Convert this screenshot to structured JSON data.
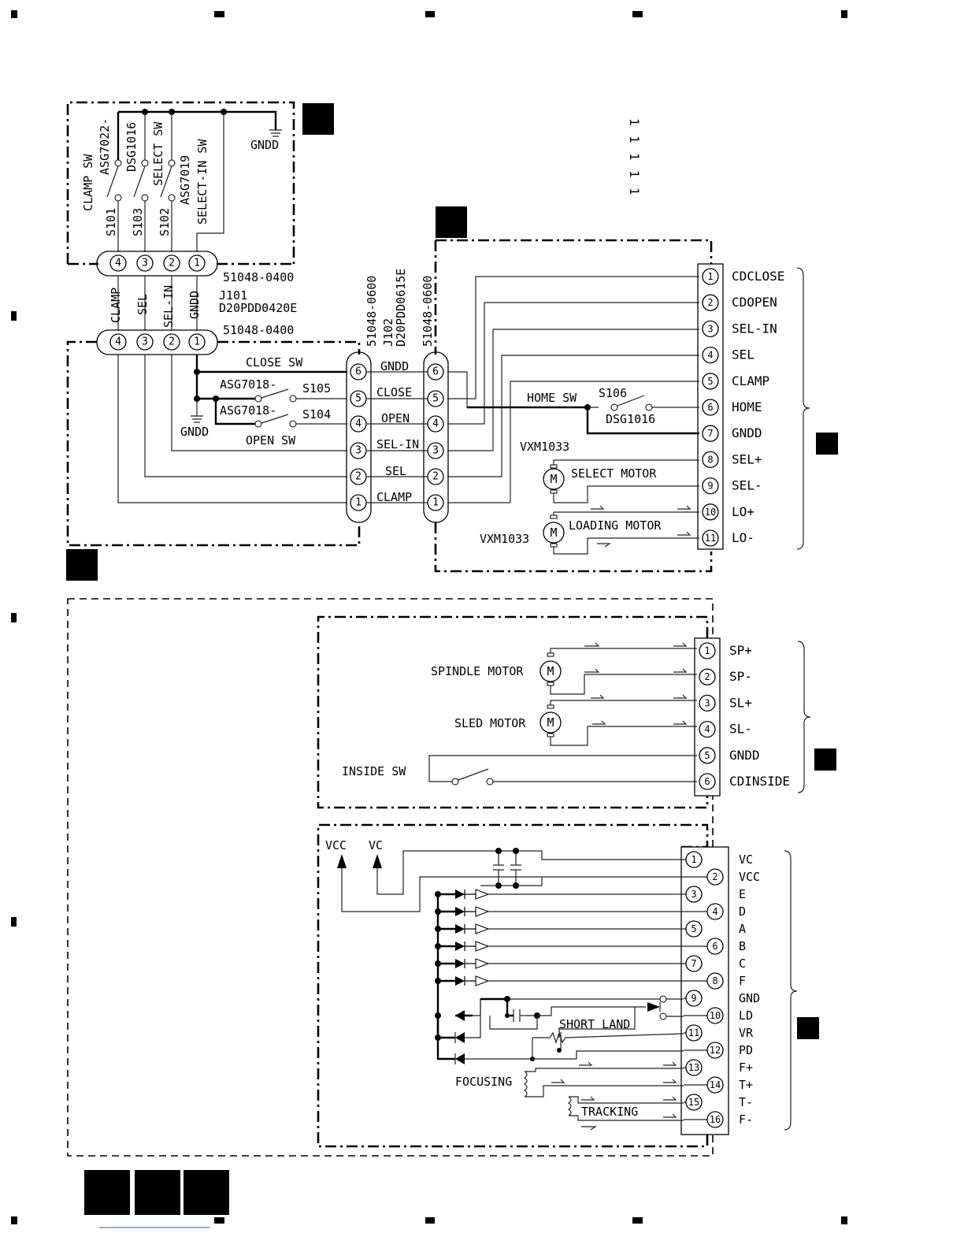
{
  "switch_panel": {
    "ground": "GNDD",
    "vertical_labels": [
      "CLAMP SW",
      "ASG7022-",
      "DSG1016",
      "SELECT SW",
      "ASG7019",
      "SELECT-IN SW",
      "S101",
      "S103",
      "S102"
    ],
    "connector_pins": [
      "4",
      "3",
      "2",
      "1"
    ],
    "connector_part": "51048-0400"
  },
  "j101": {
    "id": "J101",
    "part": "D20PDD0420E",
    "wire_labels": [
      "CLAMP",
      "SEL",
      "SEL-IN",
      "GNDD"
    ],
    "lower_part": "51048-0400"
  },
  "j102": {
    "parts": [
      "51048-0600",
      "J102",
      "D20PDD0615E",
      "51048-0600"
    ],
    "signals": [
      "GNDD",
      "CLOSE",
      "OPEN",
      "SEL-IN",
      "SEL",
      "CLAMP"
    ],
    "pins": [
      "6",
      "5",
      "4",
      "3",
      "2",
      "1"
    ]
  },
  "open_close_switches": {
    "close_sw": "CLOSE SW",
    "open_sw": "OPEN SW",
    "part_a": "ASG7018-",
    "part_b": "ASG7018-",
    "s105": "S105",
    "s104": "S104",
    "ground": "GNDD"
  },
  "loading_block": {
    "home_sw": "HOME SW",
    "s106": "S106",
    "home_part": "DSG1016",
    "select_motor_part": "VXM1033",
    "select_motor": "SELECT MOTOR",
    "loading_motor": "LOADING MOTOR",
    "loading_motor_part": "VXM1033",
    "motor_symbol": "M",
    "pins": [
      {
        "num": "1",
        "name": "CDCLOSE"
      },
      {
        "num": "2",
        "name": "CDOPEN"
      },
      {
        "num": "3",
        "name": "SEL-IN"
      },
      {
        "num": "4",
        "name": "SEL"
      },
      {
        "num": "5",
        "name": "CLAMP"
      },
      {
        "num": "6",
        "name": "HOME"
      },
      {
        "num": "7",
        "name": "GNDD"
      },
      {
        "num": "8",
        "name": "SEL+"
      },
      {
        "num": "9",
        "name": "SEL-"
      },
      {
        "num": "10",
        "name": "LO+"
      },
      {
        "num": "11",
        "name": "LO-"
      }
    ]
  },
  "top_marks": [
    "1",
    "1",
    "1",
    "1",
    "1"
  ],
  "spindle_block": {
    "spindle_motor": "SPINDLE MOTOR",
    "sled_motor": "SLED MOTOR",
    "inside_sw": "INSIDE SW",
    "motor_symbol": "M",
    "pins": [
      {
        "num": "1",
        "name": "SP+"
      },
      {
        "num": "2",
        "name": "SP-"
      },
      {
        "num": "3",
        "name": "SL+"
      },
      {
        "num": "4",
        "name": "SL-"
      },
      {
        "num": "5",
        "name": "GNDD"
      },
      {
        "num": "6",
        "name": "CDINSIDE"
      }
    ]
  },
  "pickup_block": {
    "vcc": "VCC",
    "vc": "VC",
    "short_land": "SHORT LAND",
    "focusing": "FOCUSING",
    "tracking": "TRACKING",
    "pins": [
      {
        "num": "1",
        "name": "VC"
      },
      {
        "num": "2",
        "name": "VCC"
      },
      {
        "num": "3",
        "name": "E"
      },
      {
        "num": "4",
        "name": "D"
      },
      {
        "num": "5",
        "name": "A"
      },
      {
        "num": "6",
        "name": "B"
      },
      {
        "num": "7",
        "name": "C"
      },
      {
        "num": "8",
        "name": "F"
      },
      {
        "num": "9",
        "name": "GND"
      },
      {
        "num": "10",
        "name": "LD"
      },
      {
        "num": "11",
        "name": "VR"
      },
      {
        "num": "12",
        "name": "PD"
      },
      {
        "num": "13",
        "name": "F+"
      },
      {
        "num": "14",
        "name": "T+"
      },
      {
        "num": "15",
        "name": "T-"
      },
      {
        "num": "16",
        "name": "F-"
      }
    ]
  }
}
